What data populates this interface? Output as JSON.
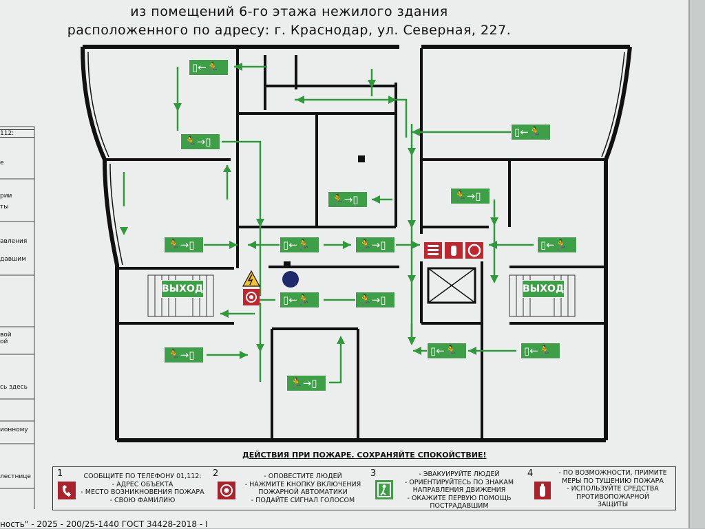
{
  "title": {
    "line1": "из помещений 6-го этажа нежилого здания",
    "line2": "расположенного по адресу: г. Краснодар, ул. Северная, 227."
  },
  "left_column": [
    "112:",
    "е",
    "рии",
    "ты",
    "авления",
    "давшим",
    "вой",
    "ой",
    "сь здесь",
    "ионному",
    "лестнице"
  ],
  "plan": {
    "exit_labels": [
      "ВЫХОД",
      "ВЫХОД"
    ],
    "colors": {
      "wall": "#111111",
      "route": "#2f9a3a",
      "sign": "#3da046",
      "fire": "#c0262d",
      "warning": "#f2c230",
      "you_are_here": "#1f2a6b"
    }
  },
  "actions_heading": "ДЕЙСТВИЯ ПРИ ПОЖАРЕ. СОХРАНЯЙТЕ СПОКОЙСТВИЕ!",
  "legend": [
    {
      "num": "1",
      "icon": "phone-icon",
      "lines": [
        "СООБЩИТЕ ПО ТЕЛЕФОНУ 01,112:",
        "- АДРЕС ОБЪЕКТА",
        "- МЕСТО ВОЗНИКНОВЕНИЯ ПОЖАРА",
        "- СВОЮ ФАМИЛИЮ"
      ]
    },
    {
      "num": "2",
      "icon": "fire-alarm-icon",
      "lines": [
        "- ОПОВЕСТИТЕ ЛЮДЕЙ",
        "- НАЖМИТЕ КНОПКУ ВКЛЮЧЕНИЯ",
        "ПОЖАРНОЙ АВТОМАТИКИ",
        "- ПОДАЙТЕ СИГНАЛ ГОЛОСОМ"
      ]
    },
    {
      "num": "3",
      "icon": "exit-sign-icon",
      "lines": [
        "- ЭВАКУИРУЙТЕ ЛЮДЕЙ",
        "- ОРИЕНТИРУЙТЕСЬ ПО ЗНАКАМ",
        "НАПРАВЛЕНИЯ ДВИЖЕНИЯ",
        "- ОКАЖИТЕ ПЕРВУЮ ПОМОЩЬ",
        "ПОСТРАДАВШИМ"
      ]
    },
    {
      "num": "4",
      "icon": "fire-extinguisher-icon",
      "lines": [
        "- ПО ВОЗМОЖНОСТИ, ПРИМИТЕ",
        "МЕРЫ ПО ТУШЕНИЮ ПОЖАРА",
        "- ИСПОЛЬЗУЙТЕ СРЕДСТВА",
        "ПРОТИВОПОЖАРНОЙ",
        "ЗАЩИТЫ"
      ]
    }
  ],
  "footer": "ность\" - 2025 - 200/25-1440 ГОСТ 34428-2018 - I"
}
